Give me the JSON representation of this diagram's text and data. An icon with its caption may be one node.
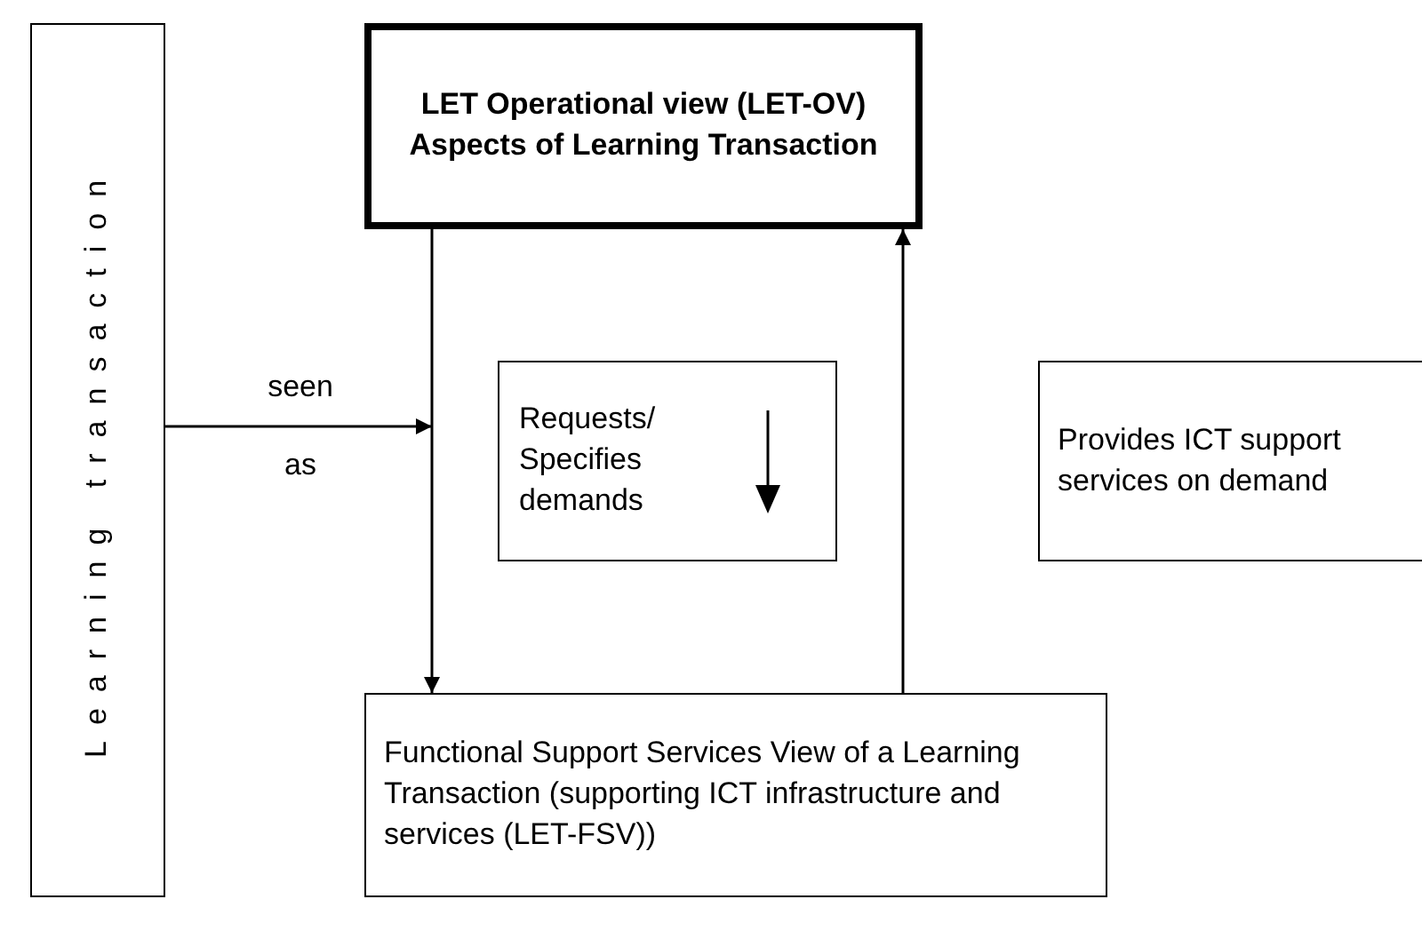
{
  "diagram": {
    "nodes": [
      {
        "text": [
          "Learning transaction"
        ]
      },
      {
        "text": [
          "LET Operational view (LET-OV)",
          "Aspects of Learning Transaction"
        ]
      },
      {
        "text": [
          "Requests/ Specifies demands"
        ]
      },
      {
        "text": [
          "Provides ICT support services on demand"
        ]
      },
      {
        "text": [
          "Functional Support Services View of a Learning Transaction (supporting ICT infrastructure and services (LET-FSV))"
        ]
      }
    ],
    "edges": [
      {
        "from": 0,
        "to": null,
        "arrow": "to",
        "label": "seen as"
      },
      {
        "from": 1,
        "to": 4,
        "arrow": "to"
      },
      {
        "from": 4,
        "to": 1,
        "arrow": "to"
      }
    ]
  }
}
